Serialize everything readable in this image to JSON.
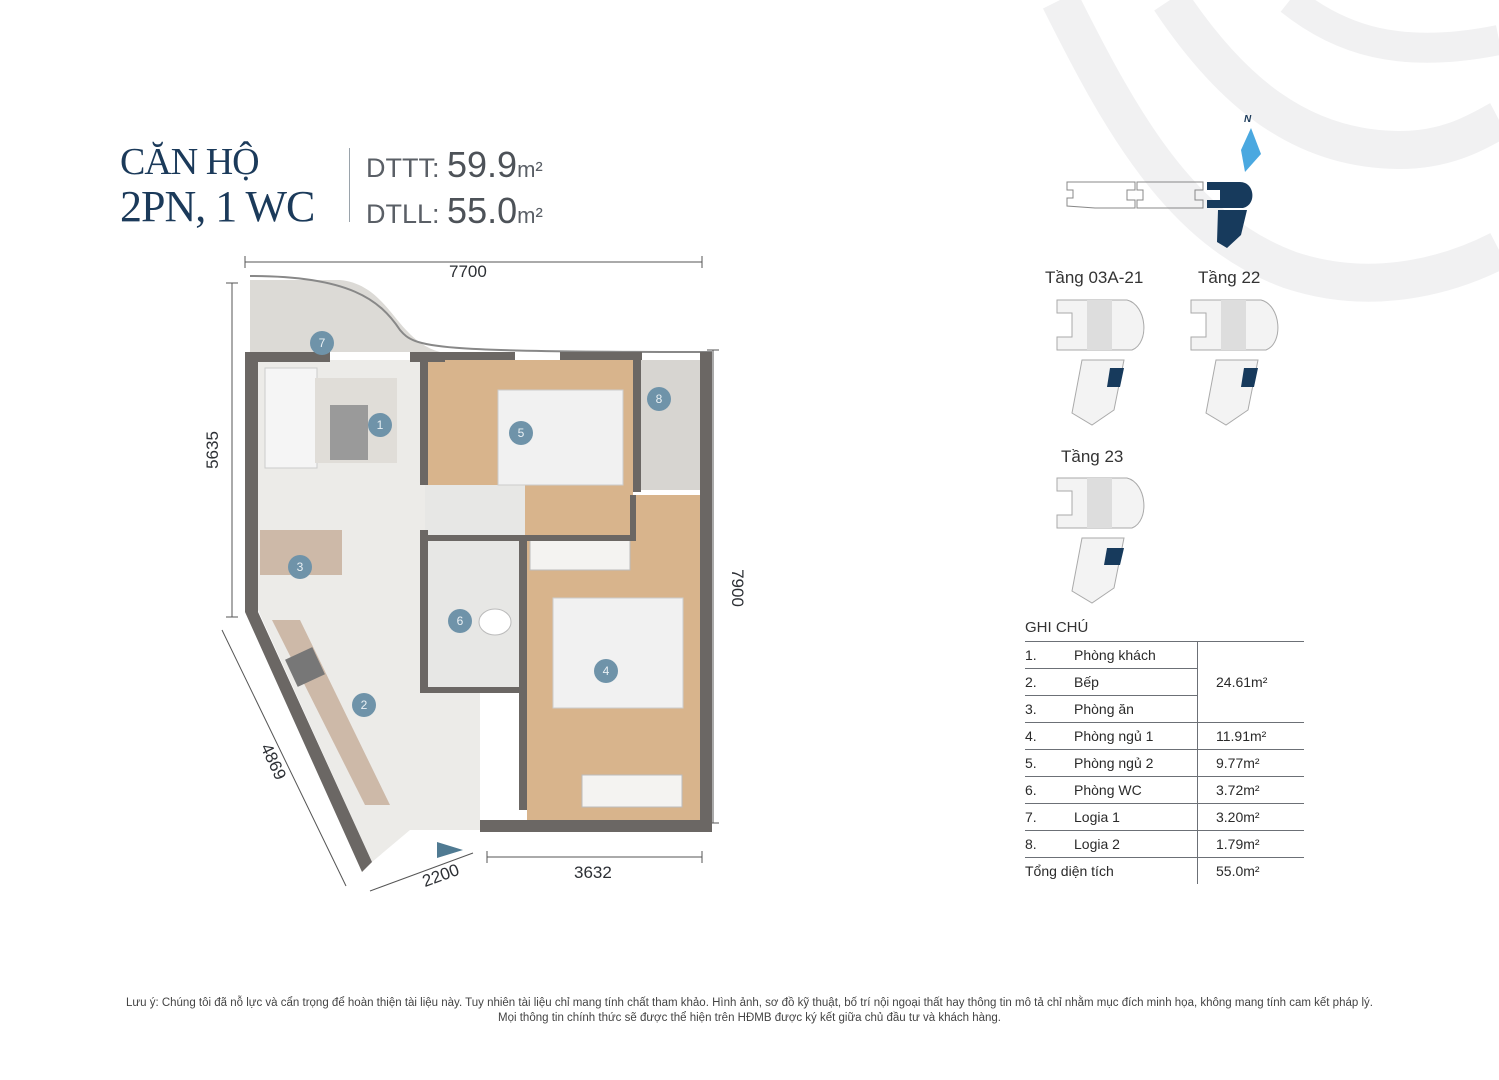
{
  "header": {
    "title_line1": "CĂN HỘ",
    "title_line2": "2PN, 1 WC",
    "dttt_label": "DTTT:",
    "dttt_value": "59.9",
    "dtll_label": "DTLL:",
    "dtll_value": "55.0",
    "unit": "m²"
  },
  "plan": {
    "dimensions": {
      "top": "7700",
      "left": "5635",
      "right": "7900",
      "bottom": "3632",
      "diagonal": "4869",
      "entrance": "2200"
    },
    "markers": [
      "1",
      "2",
      "3",
      "4",
      "5",
      "6",
      "7",
      "8"
    ],
    "colors": {
      "wall": "#6b6764",
      "wood": "#d8b48c",
      "tile": "#ecebe8",
      "marker": "#6f93a9"
    }
  },
  "keyplan": {
    "north_label": "N",
    "colors": {
      "highlight": "#173a5c",
      "compass": "#4aa8e0"
    },
    "floors": [
      {
        "label": "Tầng 03A-21"
      },
      {
        "label": "Tầng 22"
      },
      {
        "label": "Tầng 23"
      }
    ]
  },
  "legend": {
    "title": "GHI CHÚ",
    "rows": [
      {
        "num": "1.",
        "name": "Phòng khách"
      },
      {
        "num": "2.",
        "name": "Bếp"
      },
      {
        "num": "3.",
        "name": "Phòng ăn"
      },
      {
        "num": "4.",
        "name": "Phòng ngủ 1",
        "area": "11.91m²"
      },
      {
        "num": "5.",
        "name": "Phòng ngủ 2",
        "area": "9.77m²"
      },
      {
        "num": "6.",
        "name": "Phòng WC",
        "area": "3.72m²"
      },
      {
        "num": "7.",
        "name": "Logia 1",
        "area": "3.20m²"
      },
      {
        "num": "8.",
        "name": "Logia 2",
        "area": "1.79m²"
      }
    ],
    "group_area": "24.61m²",
    "total_label": "Tổng diện tích",
    "total_area": "55.0m²"
  },
  "footer": {
    "line1": "Lưu ý: Chúng tôi đã nỗ lực và cẩn trọng để hoàn thiện tài liệu này. Tuy nhiên tài liệu chỉ mang tính chất tham khảo. Hình ảnh, sơ đồ kỹ thuật, bố trí nội ngoại thất hay thông tin mô tả chỉ nhằm mục đích minh họa, không mang tính cam kết pháp lý.",
    "line2": "Mọi thông tin chính thức sẽ được thể hiện trên HĐMB được ký kết giữa chủ đầu tư và khách hàng."
  }
}
